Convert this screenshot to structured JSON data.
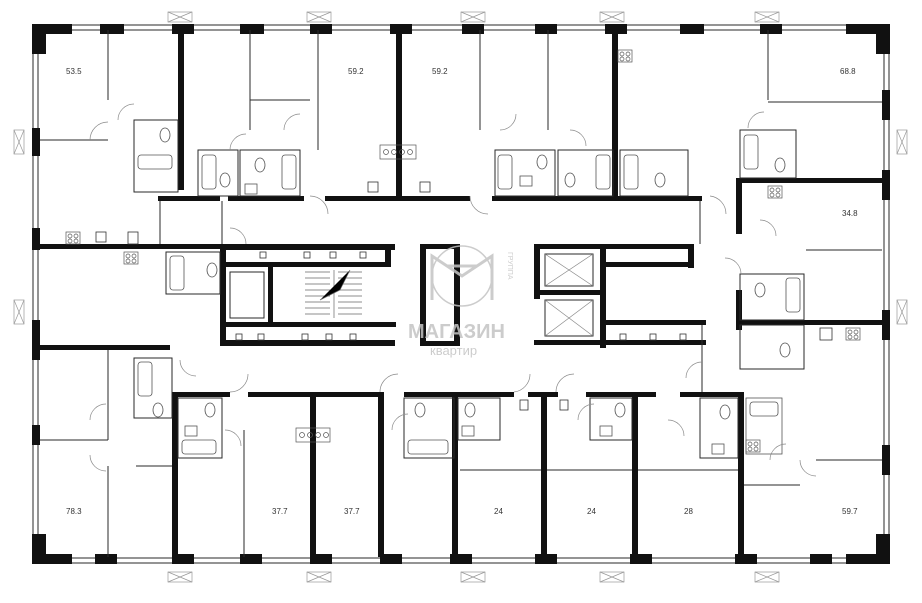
{
  "apartments": [
    {
      "id": "apt-1",
      "area": "53.5"
    },
    {
      "id": "apt-2",
      "area": "59.2"
    },
    {
      "id": "apt-3",
      "area": "59.2"
    },
    {
      "id": "apt-4",
      "area": "68.8"
    },
    {
      "id": "apt-5",
      "area": "34.8"
    },
    {
      "id": "apt-6",
      "area": "78.3"
    },
    {
      "id": "apt-7",
      "area": "37.7"
    },
    {
      "id": "apt-8",
      "area": "37.7"
    },
    {
      "id": "apt-9",
      "area": "24"
    },
    {
      "id": "apt-10",
      "area": "24"
    },
    {
      "id": "apt-11",
      "area": "28"
    },
    {
      "id": "apt-12",
      "area": "59.7"
    }
  ],
  "watermark": {
    "brand": "МАГАЗИН",
    "sub": "квартир",
    "side": "ГРУППА"
  },
  "colors": {
    "wall": "#111111",
    "thin": "#2a2a2a",
    "watermark": "#c4c4c4"
  }
}
